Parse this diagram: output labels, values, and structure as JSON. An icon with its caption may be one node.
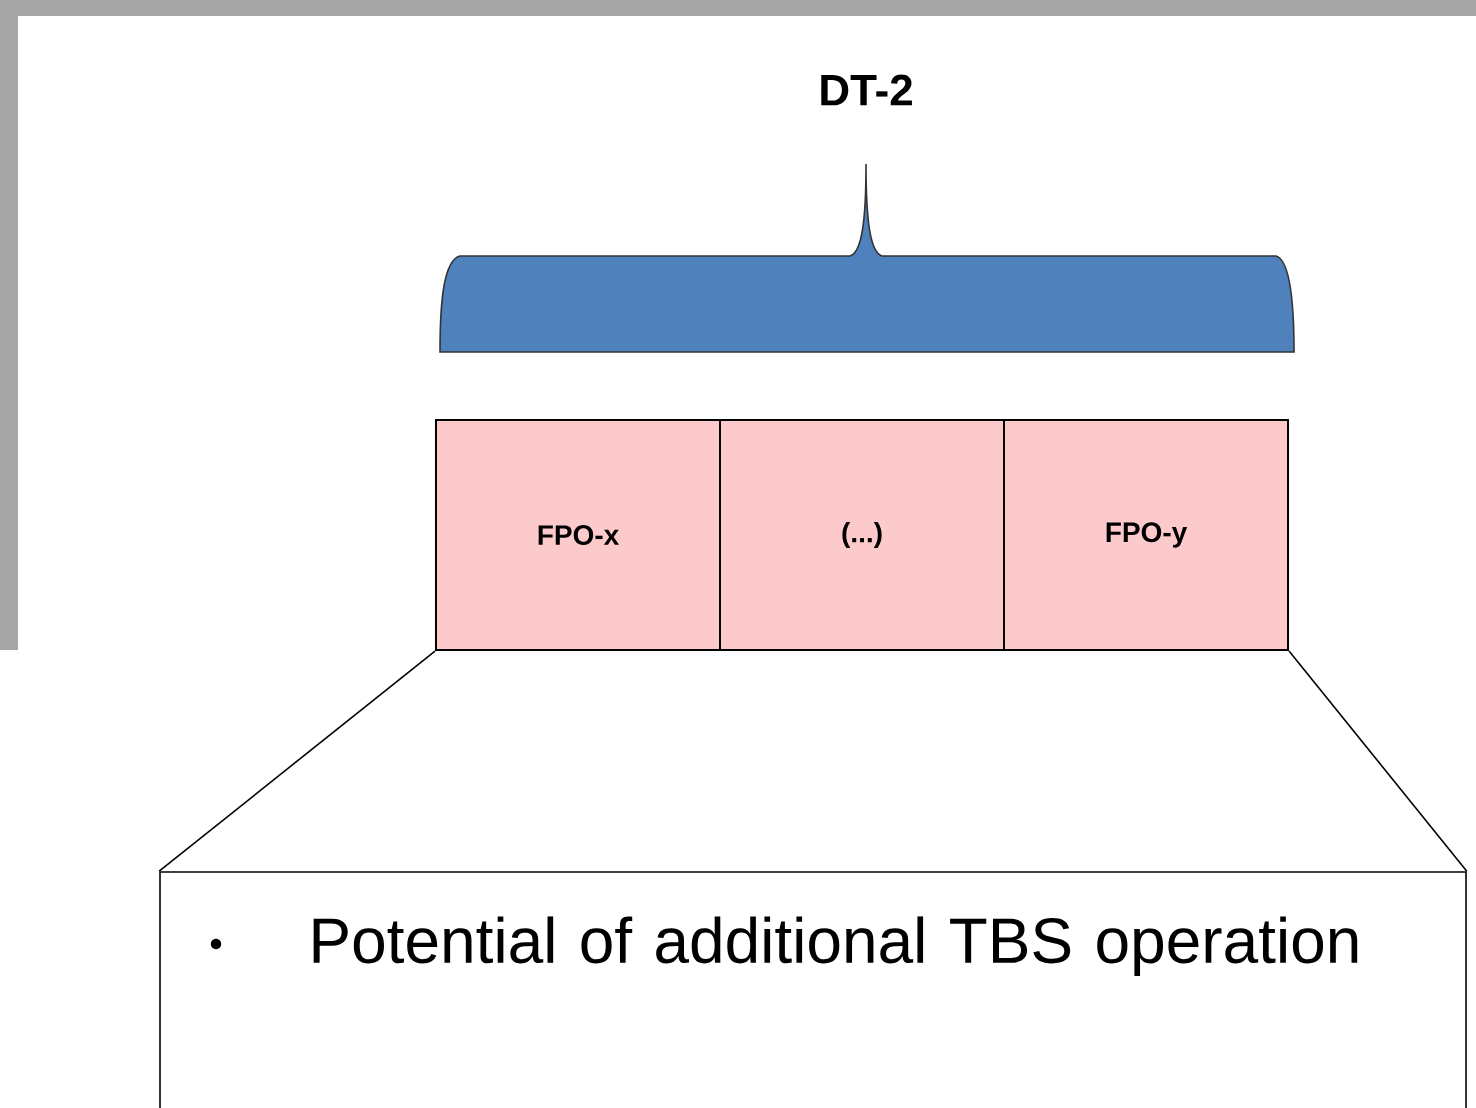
{
  "diagram": {
    "nodes": [
      {
        "text": [
          "FPO-x"
        ]
      },
      {
        "text": [
          "(...)"
        ]
      },
      {
        "text": [
          "FPO-y"
        ]
      },
      {
        "text": [
          "Potential of additional TBS operation"
        ]
      }
    ],
    "edges": [
      {
        "from": 0,
        "to": 3,
        "arrow": "none"
      },
      {
        "from": 2,
        "to": 3,
        "arrow": "none"
      }
    ],
    "labels": [
      "DT-2"
    ]
  }
}
